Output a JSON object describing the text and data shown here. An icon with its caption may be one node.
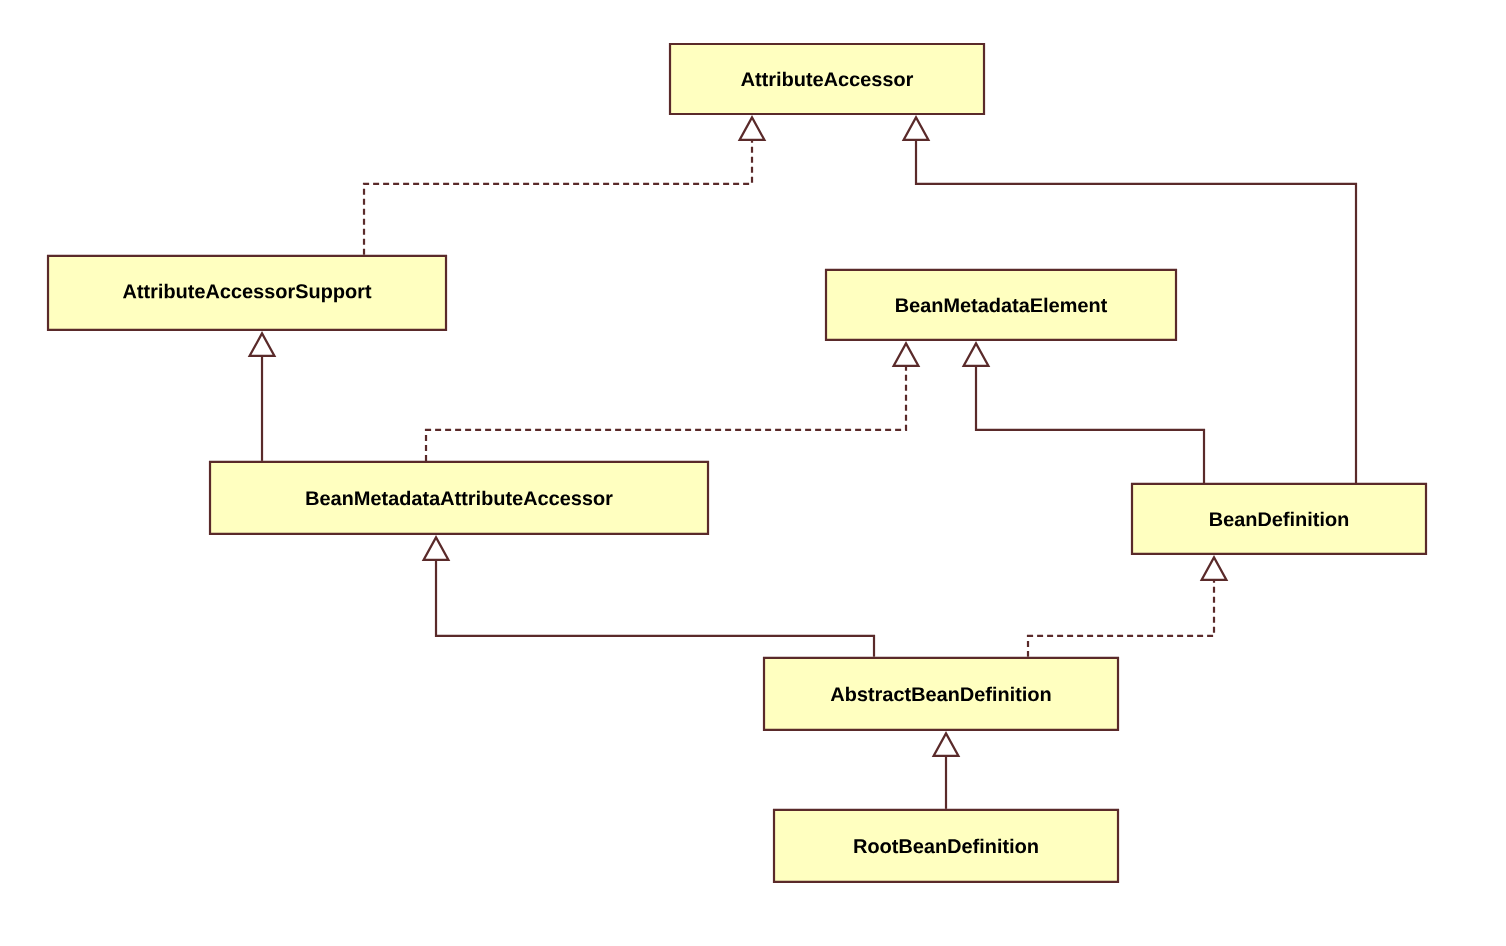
{
  "diagram": {
    "nodes": [
      {
        "text": [
          "AttributeAccessor"
        ]
      },
      {
        "text": [
          "AttributeAccessorSupport"
        ]
      },
      {
        "text": [
          "BeanMetadataElement"
        ]
      },
      {
        "text": [
          "BeanMetadataAttributeAccessor"
        ]
      },
      {
        "text": [
          "BeanDefinition"
        ]
      },
      {
        "text": [
          "AbstractBeanDefinition"
        ]
      },
      {
        "text": [
          "RootBeanDefinition"
        ]
      }
    ],
    "edges": [
      {
        "from": 1,
        "to": 0,
        "arrow": "to",
        "style": "dashed"
      },
      {
        "from": 4,
        "to": 0,
        "arrow": "to"
      },
      {
        "from": 3,
        "to": 1,
        "arrow": "to"
      },
      {
        "from": 3,
        "to": 2,
        "arrow": "to",
        "style": "dashed"
      },
      {
        "from": 4,
        "to": 2,
        "arrow": "to"
      },
      {
        "from": 5,
        "to": 3,
        "arrow": "to"
      },
      {
        "from": 5,
        "to": 4,
        "arrow": "to",
        "style": "dashed"
      },
      {
        "from": 6,
        "to": 5,
        "arrow": "to"
      }
    ]
  }
}
